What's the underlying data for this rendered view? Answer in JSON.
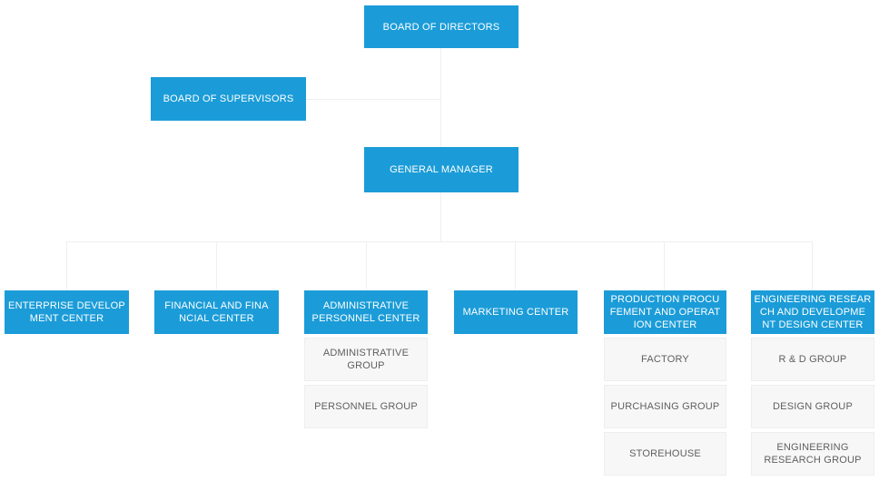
{
  "colors": {
    "node_fill": "#1b9cd8",
    "node_text": "#ffffff",
    "child_fill": "#f7f7f7",
    "child_border": "#eeeeee",
    "child_text": "#5f5f5f",
    "connector": "#efefef",
    "background": "#ffffff"
  },
  "org": {
    "root": {
      "label": "BOARD OF DIRECTORS"
    },
    "supervisors": {
      "label": "BOARD OF SUPERVISORS"
    },
    "manager": {
      "label": "GENERAL MANAGER"
    },
    "departments": [
      {
        "label": "ENTERPRISE DEVELOP\nMENT CENTER",
        "children": []
      },
      {
        "label": "FINANCIAL AND FINA\nNCIAL CENTER",
        "children": []
      },
      {
        "label": "ADMINISTRATIVE\nPERSONNEL CENTER",
        "children": [
          {
            "label": "ADMINISTRATIVE\nGROUP"
          },
          {
            "label": "PERSONNEL GROUP"
          }
        ]
      },
      {
        "label": "MARKETING CENTER",
        "children": []
      },
      {
        "label": "PRODUCTION PROCU\nFEMENT AND OPERAT\nION CENTER",
        "children": [
          {
            "label": "FACTORY"
          },
          {
            "label": "PURCHASING GROUP"
          },
          {
            "label": "STOREHOUSE"
          }
        ]
      },
      {
        "label": "ENGINEERING RESEAR\nCH AND DEVELOPME\nNT DESIGN CENTER",
        "children": [
          {
            "label": "R & D GROUP"
          },
          {
            "label": "DESIGN GROUP"
          },
          {
            "label": "ENGINEERING\nRESEARCH GROUP"
          }
        ]
      }
    ]
  }
}
